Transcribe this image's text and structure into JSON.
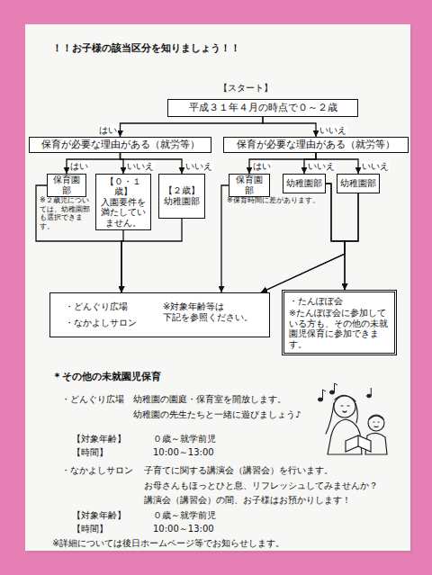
{
  "diagram": {
    "title": "！！お子様の該当区分を知りましょう！！",
    "nodes": [
      {
        "text": [
          "平成３１年４月の時点で０～２歳"
        ]
      },
      {
        "text": [
          "保育が必要な理由がある（就労等）"
        ]
      },
      {
        "text": [
          "保育が必要な理由がある（就労等）"
        ]
      },
      {
        "text": [
          "保育園部"
        ]
      },
      {
        "text": [
          "【０・１歳】",
          "入園要件を満たしていません。"
        ]
      },
      {
        "text": [
          "【２歳】",
          "幼稚園部"
        ]
      },
      {
        "text": [
          "保育園部"
        ]
      },
      {
        "text": [
          "幼稚園部"
        ]
      },
      {
        "text": [
          "幼稚園部"
        ]
      },
      {
        "text": [
          "・どんぐり広場",
          "・なかよしサロン",
          "※対象年齢等は 下記を参照ください。"
        ]
      },
      {
        "text": [
          "・たんぽぽ会",
          "※たんぽぽ会に参加している方も、その他の未就園児保育に参加できます。"
        ]
      }
    ],
    "edges": [
      {
        "from": 0,
        "to": 1,
        "arrow": "to",
        "label": "はい"
      },
      {
        "from": 0,
        "to": 2,
        "arrow": "to",
        "label": "いいえ"
      },
      {
        "from": 1,
        "to": 3,
        "arrow": "to",
        "label": "はい"
      },
      {
        "from": 1,
        "to": 4,
        "arrow": "to",
        "label": "いいえ"
      },
      {
        "from": 1,
        "to": 5,
        "arrow": "to",
        "label": "いいえ"
      },
      {
        "from": 2,
        "to": 6,
        "arrow": "to",
        "label": "はい"
      },
      {
        "from": 2,
        "to": 7,
        "arrow": "to",
        "label": "いいえ"
      },
      {
        "from": 2,
        "to": 8,
        "arrow": "to",
        "label": "いいえ"
      },
      {
        "from": 3,
        "to": 9,
        "arrow": "to"
      },
      {
        "from": 4,
        "to": 9,
        "arrow": "to"
      },
      {
        "from": 5,
        "to": 9,
        "arrow": "to"
      },
      {
        "from": 6,
        "to": 9,
        "arrow": "to"
      },
      {
        "from": 7,
        "to": 9,
        "arrow": "to"
      },
      {
        "from": 8,
        "to": 9,
        "arrow": "to"
      },
      {
        "from": 7,
        "to": 10,
        "arrow": "to"
      },
      {
        "from": 8,
        "to": 10,
        "arrow": "to"
      }
    ],
    "labels": [
      "【スタート】",
      "※２歳児については、幼稚園部も選択できます。",
      "※保育時間に差があります。",
      "＊その他の未就園児保育",
      "・どんぐり広場",
      "幼稚園の園庭・保育室を開放します。",
      "幼稚園の先生たちと一緒に遊びましょう♪",
      "【対象年齢】",
      "０歳～就学前児",
      "【時間】",
      "10:00～13:00",
      "・なかよしサロン",
      "子育てに関する講演会（講習会）を行います。",
      "お母さんもほっとひと息、リフレッシュしてみませんか？",
      "講演会（講習会）の間、お子様はお預かりします！",
      "【対象年齢】",
      "０歳～就学前児",
      "【時間】",
      "10:00～13:00",
      "※詳細については後日ホームページ等でお知らせします。"
    ]
  }
}
